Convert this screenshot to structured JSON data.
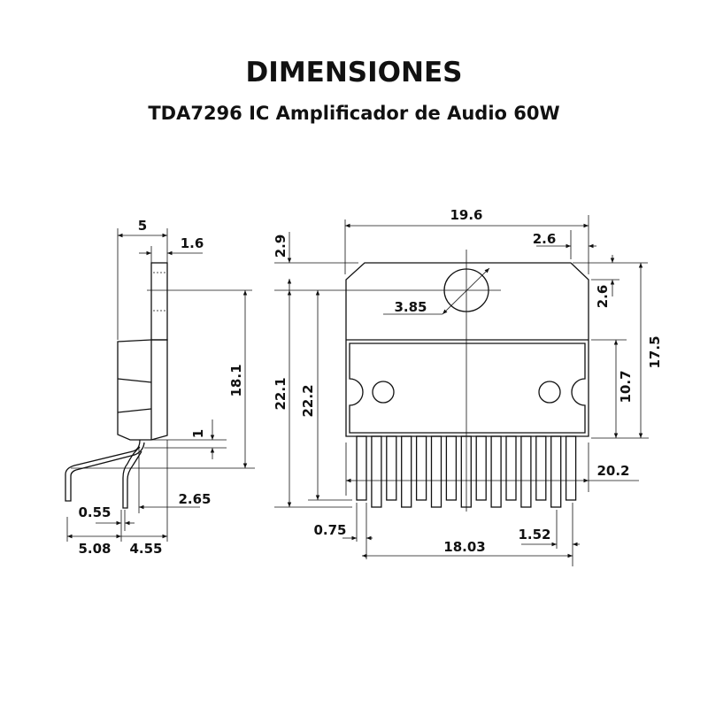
{
  "title": "DIMENSIONES",
  "subtitle": "TDA7296 IC Amplificador de Audio 60W",
  "side_view": {
    "width_5": "5",
    "tab_1_6": "1.6",
    "height_18_1": "18.1",
    "gap_1": "1",
    "offset_2_65": "2.65",
    "lead_0_55": "0.55",
    "lead_5_08": "5.08",
    "lead_4_55": "4.55"
  },
  "front_view": {
    "width_19_6": "19.6",
    "chamfer_2_6_h": "2.6",
    "top_2_9": "2.9",
    "chamfer_2_6_v": "2.6",
    "hole_3_85": "3.85",
    "height_17_5": "17.5",
    "body_10_7": "10.7",
    "height_22_1": "22.1",
    "height_22_2": "22.2",
    "span_20_2": "20.2",
    "pin_0_75": "0.75",
    "pitch_1_52": "1.52",
    "span_18_03": "18.03"
  }
}
